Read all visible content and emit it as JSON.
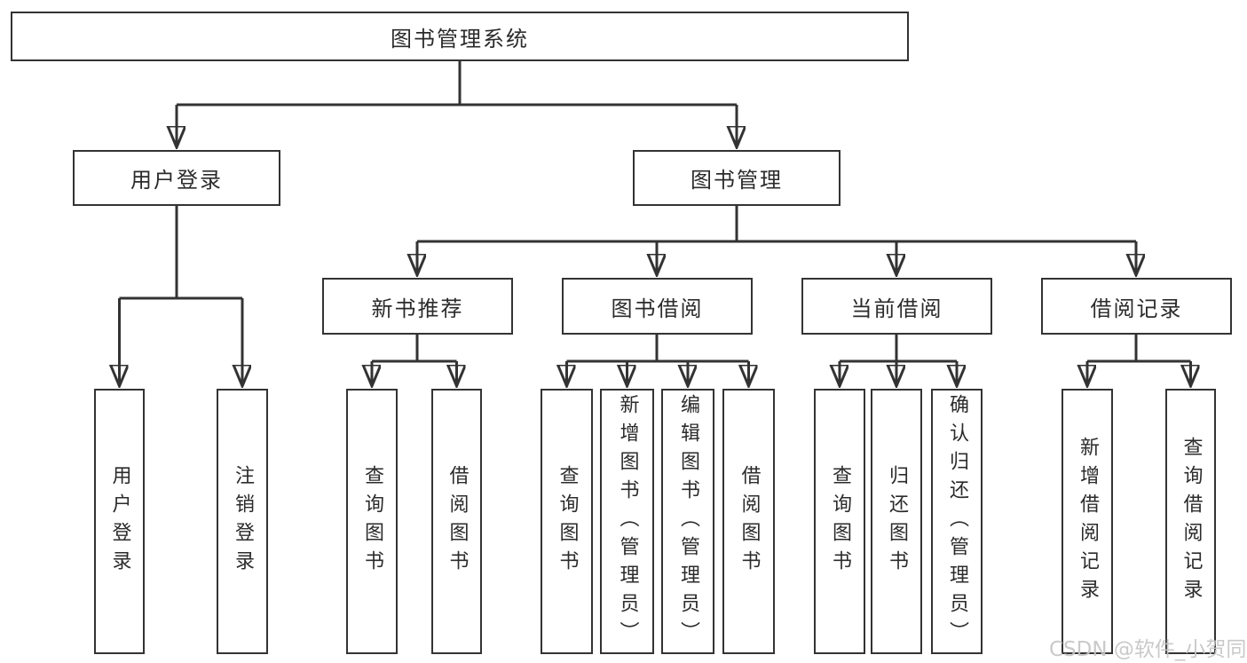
{
  "tree": {
    "label": "图书管理系统",
    "children": [
      {
        "label": "用户登录",
        "children": [
          {
            "label": "用户登录"
          },
          {
            "label": "注销登录"
          }
        ]
      },
      {
        "label": "图书管理",
        "children": [
          {
            "label": "新书推荐",
            "children": [
              {
                "label": "查询图书"
              },
              {
                "label": "借阅图书"
              }
            ]
          },
          {
            "label": "图书借阅",
            "children": [
              {
                "label": "查询图书"
              },
              {
                "label": "新增图书（管理员）"
              },
              {
                "label": "编辑图书（管理员）"
              },
              {
                "label": "借阅图书"
              }
            ]
          },
          {
            "label": "当前借阅",
            "children": [
              {
                "label": "查询图书"
              },
              {
                "label": "归还图书"
              },
              {
                "label": "确认归还（管理员）"
              }
            ]
          },
          {
            "label": "借阅记录",
            "children": [
              {
                "label": "新增借阅记录"
              },
              {
                "label": "查询借阅记录"
              }
            ]
          }
        ]
      }
    ]
  },
  "watermark": "CSDN @软件_小贺同学",
  "colors": {
    "line": "#333333",
    "text": "#2b2b2b",
    "background": "#ffffff",
    "watermark": "#c5c5c5"
  }
}
